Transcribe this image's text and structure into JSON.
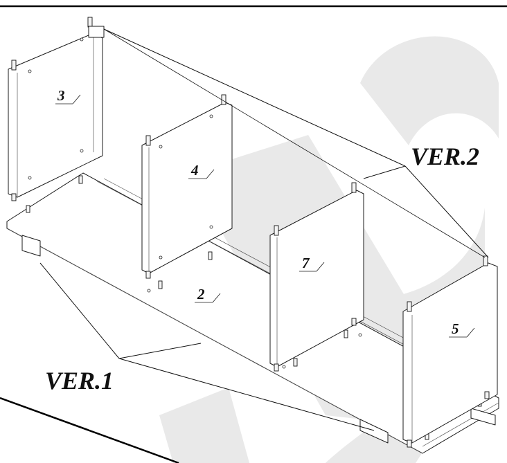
{
  "parts": {
    "p3": "3",
    "p4": "4",
    "p2": "2",
    "p7": "7",
    "p5": "5"
  },
  "versions": {
    "ver1": "VER.1",
    "ver2": "VER.2"
  }
}
